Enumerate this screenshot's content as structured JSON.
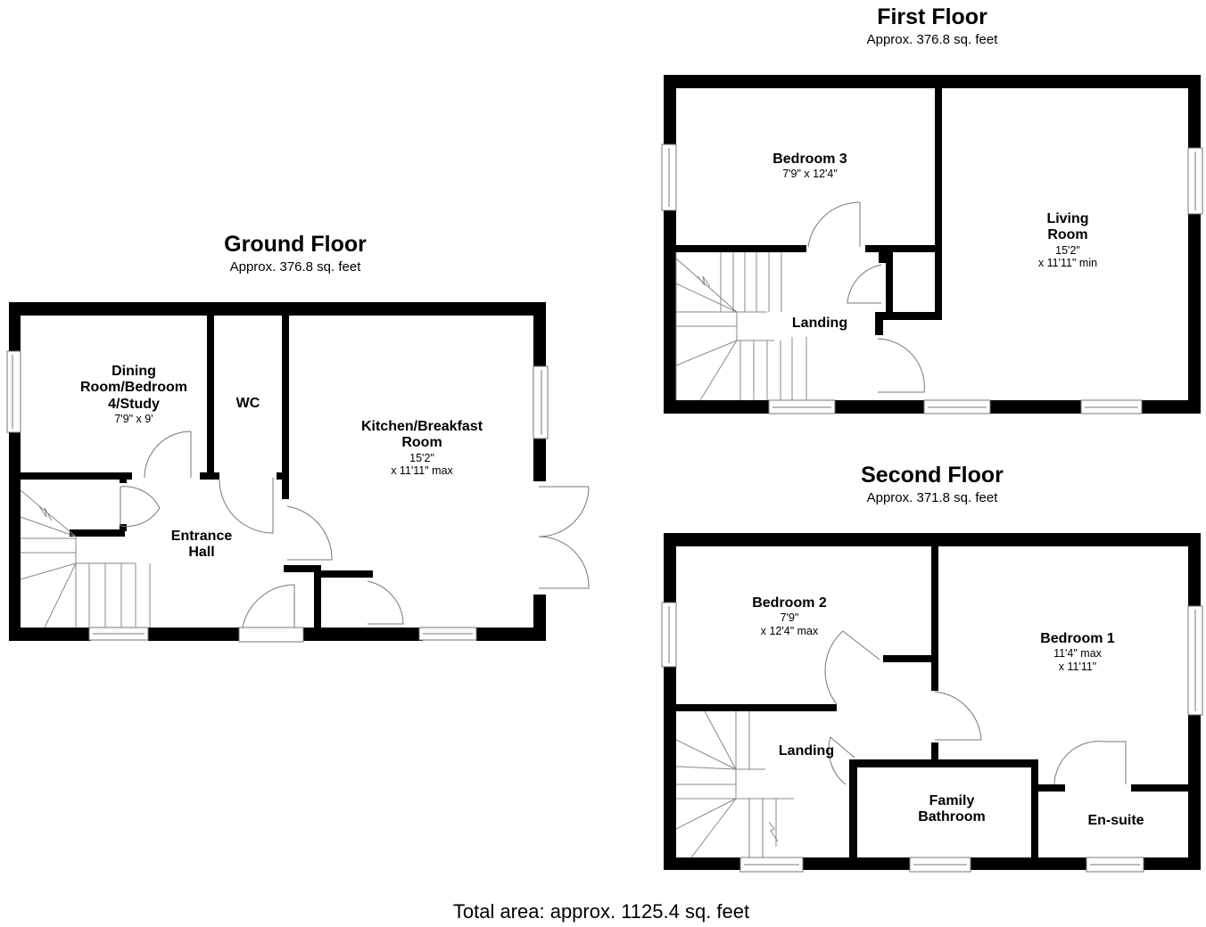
{
  "floors": [
    {
      "title": "Ground Floor",
      "area": "Approx. 376.8 sq. feet",
      "rooms": [
        {
          "name": "Dining\nRoom/Bedroom\n4/Study",
          "dim": "7'9\" x 9'"
        },
        {
          "name": "WC",
          "dim": ""
        },
        {
          "name": "Kitchen/Breakfast\nRoom",
          "dim": "15'2\"\nx 11'11\" max"
        },
        {
          "name": "Entrance\nHall",
          "dim": ""
        }
      ]
    },
    {
      "title": "First Floor",
      "area": "Approx. 376.8 sq. feet",
      "rooms": [
        {
          "name": "Bedroom 3",
          "dim": "7'9\" x 12'4\""
        },
        {
          "name": "Living\nRoom",
          "dim": "15'2\"\nx 11'11\" min"
        },
        {
          "name": "Landing",
          "dim": ""
        }
      ]
    },
    {
      "title": "Second Floor",
      "area": "Approx. 371.8 sq. feet",
      "rooms": [
        {
          "name": "Bedroom 2",
          "dim": "7'9\"\nx 12'4\" max"
        },
        {
          "name": "Bedroom 1",
          "dim": "11'4\" max\nx 11'11\""
        },
        {
          "name": "Landing",
          "dim": ""
        },
        {
          "name": "Family\nBathroom",
          "dim": ""
        },
        {
          "name": "En-suite",
          "dim": ""
        }
      ]
    }
  ],
  "total_area": "Total area: approx. 1125.4 sq. feet",
  "colors": {
    "wall": "#000000",
    "fixture": "#808080",
    "background": "#ffffff"
  }
}
